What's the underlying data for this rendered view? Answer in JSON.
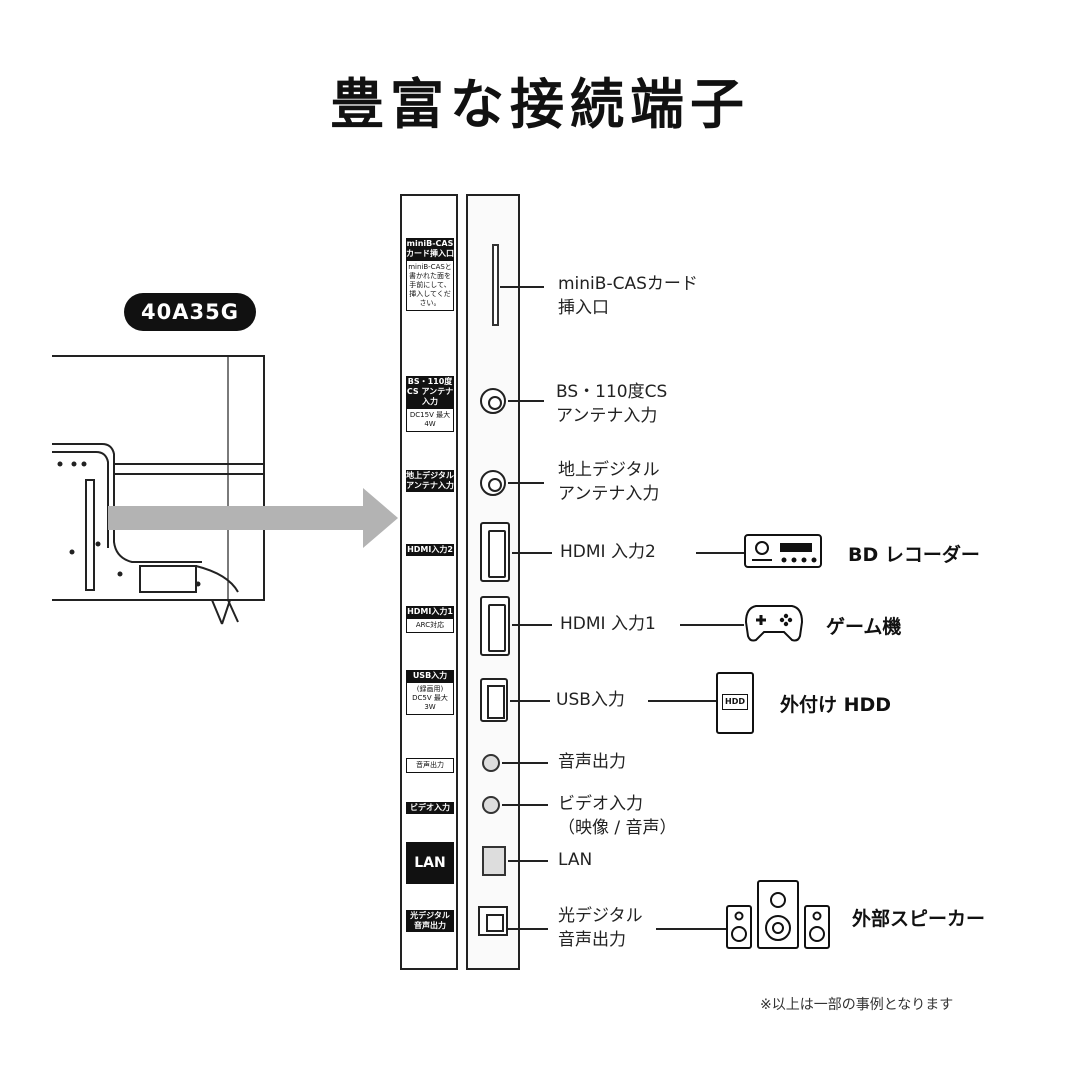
{
  "title": "豊富な接続端子",
  "model": "40A35G",
  "panel_labels": {
    "minib_cas_head": "miniB-CAS カード挿入口",
    "minib_cas_body": "miniB-CASと書かれた面を手前にして、挿入してください。",
    "bs_head": "BS・110度CS アンテナ入力",
    "bs_body": "DC15V 最大4W",
    "terrestrial_head": "地上デジタル アンテナ入力",
    "hdmi2": "HDMI入力2",
    "hdmi1_head": "HDMI入力1",
    "hdmi1_body": "ARC対応",
    "usb_head": "USB入力",
    "usb_body": "(録画用) DC5V 最大3W",
    "audio_out": "音声出力",
    "video_in": "ビデオ入力",
    "lan": "LAN",
    "optical_head": "光デジタル 音声出力"
  },
  "ports": [
    {
      "label_line1": "miniB-CASカード",
      "label_line2": "挿入口"
    },
    {
      "label_line1": "BS・110度CS",
      "label_line2": "アンテナ入力"
    },
    {
      "label_line1": "地上デジタル",
      "label_line2": "アンテナ入力"
    },
    {
      "label_line1": "HDMI 入力2",
      "label_line2": ""
    },
    {
      "label_line1": "HDMI 入力1",
      "label_line2": ""
    },
    {
      "label_line1": "USB入力",
      "label_line2": ""
    },
    {
      "label_line1": "音声出力",
      "label_line2": ""
    },
    {
      "label_line1": "ビデオ入力",
      "label_line2": "（映像 / 音声）"
    },
    {
      "label_line1": "LAN",
      "label_line2": ""
    },
    {
      "label_line1": "光デジタル",
      "label_line2": "音声出力"
    }
  ],
  "devices": {
    "bd_recorder": {
      "label": "BD レコーダー",
      "icon": "bd-recorder-icon"
    },
    "game": {
      "label": "ゲーム機",
      "icon": "gamepad-icon"
    },
    "hdd": {
      "label": "外付け HDD",
      "icon": "hdd-icon",
      "icon_text": "HDD"
    },
    "speaker": {
      "label": "外部スピーカー",
      "icon": "speaker-icon"
    }
  },
  "note": "※以上は一部の事例となります",
  "colors": {
    "ink": "#111111",
    "arrow": "#b3b3b3",
    "panel_bg": "#fafafa"
  }
}
